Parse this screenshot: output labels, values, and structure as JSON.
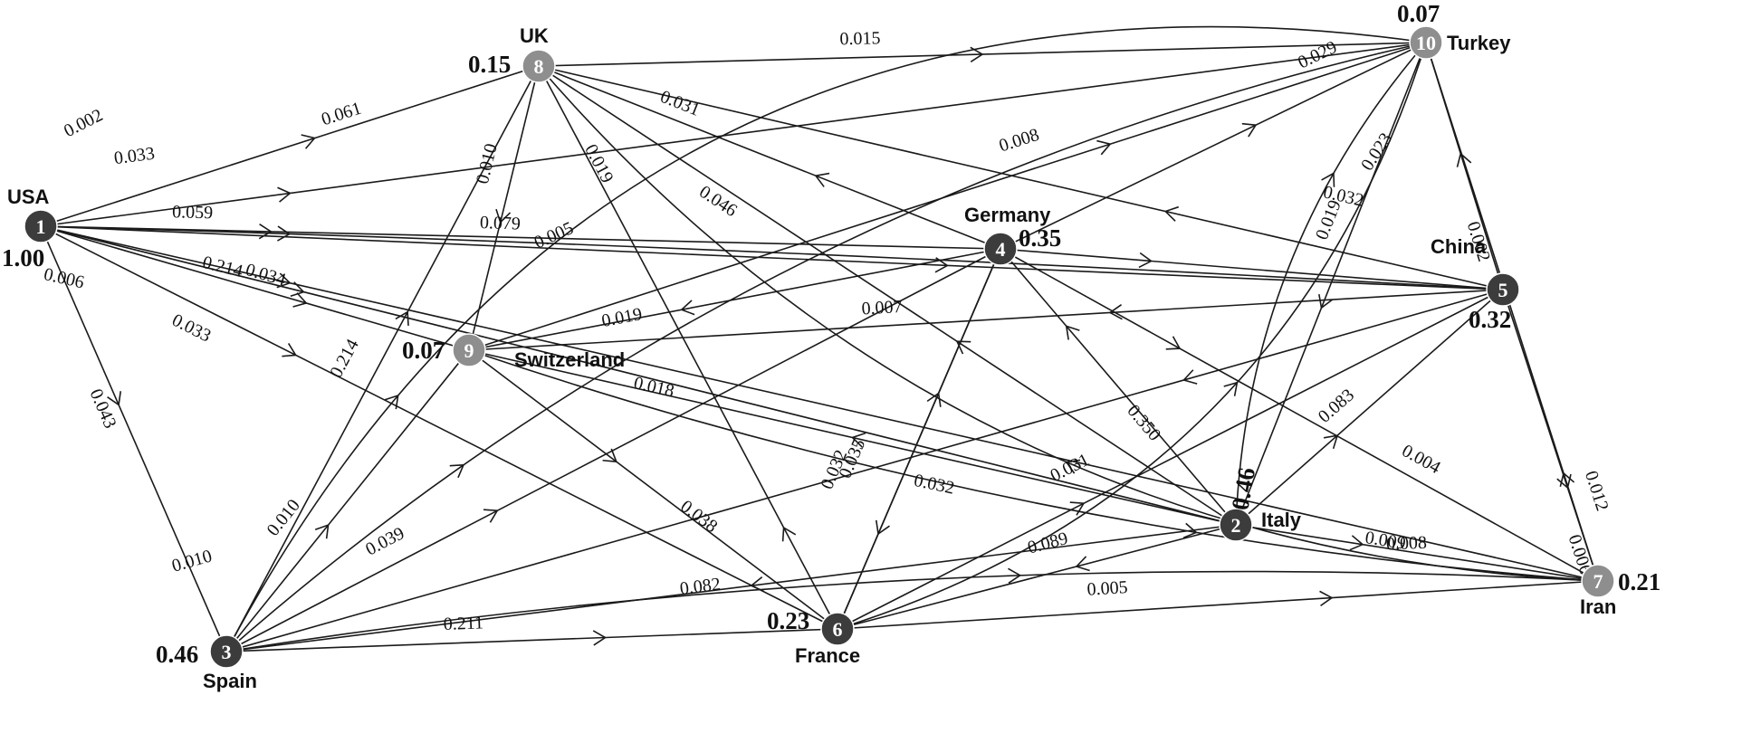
{
  "nodes": [
    {
      "id": 1,
      "number": "1",
      "country": "USA",
      "value": "1.00",
      "tone": "dark"
    },
    {
      "id": 2,
      "number": "2",
      "country": "Italy",
      "value": "0.46",
      "tone": "dark"
    },
    {
      "id": 3,
      "number": "3",
      "country": "Spain",
      "value": "0.46",
      "tone": "dark"
    },
    {
      "id": 4,
      "number": "4",
      "country": "Germany",
      "value": "0.35",
      "tone": "dark"
    },
    {
      "id": 5,
      "number": "5",
      "country": "China",
      "value": "0.32",
      "tone": "dark"
    },
    {
      "id": 6,
      "number": "6",
      "country": "France",
      "value": "0.23",
      "tone": "dark"
    },
    {
      "id": 7,
      "number": "7",
      "country": "Iran",
      "value": "0.21",
      "tone": "light"
    },
    {
      "id": 8,
      "number": "8",
      "country": "UK",
      "value": "0.15",
      "tone": "light"
    },
    {
      "id": 9,
      "number": "9",
      "country": "Switzerland",
      "value": "0.07",
      "tone": "light"
    },
    {
      "id": 10,
      "number": "10",
      "country": "Turkey",
      "value": "0.07",
      "tone": "light"
    }
  ],
  "edges": [
    {
      "from": 1,
      "to": 8,
      "weight": "0.061"
    },
    {
      "from": 1,
      "to": 10,
      "weight": "0.033"
    },
    {
      "from": 1,
      "to": 4,
      "weight": "0.059"
    },
    {
      "from": 1,
      "to": 5,
      "weight": "0.079"
    },
    {
      "from": 1,
      "to": 7,
      "weight": "0.006"
    },
    {
      "from": 1,
      "to": 9,
      "weight": "0.034"
    },
    {
      "from": 1,
      "to": 2,
      "weight": "0.214"
    },
    {
      "from": 1,
      "to": 6,
      "weight": "0.033"
    },
    {
      "from": 1,
      "to": 3,
      "weight": "0.043"
    },
    {
      "from": 8,
      "to": 10,
      "weight": "0.015"
    },
    {
      "from": 9,
      "to": 10,
      "weight": "0.008"
    },
    {
      "from": 4,
      "to": 10,
      "weight": "0.029"
    },
    {
      "from": 5,
      "to": 10,
      "weight": "0.002"
    },
    {
      "from": 7,
      "to": 10,
      "weight": "0.012"
    },
    {
      "from": 4,
      "to": 8,
      "weight": "0.031"
    },
    {
      "from": 5,
      "to": 8,
      "weight": "0.032"
    },
    {
      "from": 7,
      "to": 8,
      "weight": ""
    },
    {
      "from": 8,
      "to": 9,
      "weight": "0.010"
    },
    {
      "from": 6,
      "to": 8,
      "weight": "0.019"
    },
    {
      "from": 2,
      "to": 8,
      "weight": "0.046"
    },
    {
      "from": 3,
      "to": 8,
      "weight": "0.214"
    },
    {
      "from": 4,
      "to": 9,
      "weight": "0.019"
    },
    {
      "from": 5,
      "to": 9,
      "weight": "0.007"
    },
    {
      "from": 2,
      "to": 9,
      "weight": "0.018"
    },
    {
      "from": 9,
      "to": 7,
      "weight": "0.032"
    },
    {
      "from": 9,
      "to": 6,
      "weight": "0.038"
    },
    {
      "from": 3,
      "to": 9,
      "weight": "0.010"
    },
    {
      "from": 1,
      "to": 5,
      "weight": ""
    },
    {
      "from": 4,
      "to": 5,
      "weight": ""
    },
    {
      "from": 2,
      "to": 4,
      "weight": "0.350"
    },
    {
      "from": 6,
      "to": 4,
      "weight": "0.035"
    },
    {
      "from": 4,
      "to": 6,
      "weight": "0.032"
    },
    {
      "from": 3,
      "to": 4,
      "weight": "0.039"
    },
    {
      "from": 4,
      "to": 7,
      "weight": "0.004"
    },
    {
      "from": 5,
      "to": 3,
      "weight": "0.010"
    },
    {
      "from": 6,
      "to": 5,
      "weight": "0.031"
    },
    {
      "from": 2,
      "to": 5,
      "weight": "0.083"
    },
    {
      "from": 5,
      "to": 7,
      "weight": "0.006"
    },
    {
      "from": 10,
      "to": 2,
      "weight": "0.019"
    },
    {
      "from": 2,
      "to": 7,
      "weight": "0.009"
    },
    {
      "from": 2,
      "to": 3,
      "weight": "0.082"
    },
    {
      "from": 2,
      "to": 6,
      "weight": "0.089"
    },
    {
      "from": 6,
      "to": 7,
      "weight": "0.005"
    },
    {
      "from": 3,
      "to": 7,
      "weight": "0.008"
    },
    {
      "from": 3,
      "to": 6,
      "weight": "0.211"
    },
    {
      "from": 3,
      "to": 10,
      "weight": "0.005"
    },
    {
      "from": 3,
      "to": 10,
      "weight": "0.002"
    },
    {
      "from": 2,
      "to": 10,
      "weight": "0.023"
    },
    {
      "from": 6,
      "to": 10,
      "weight": ""
    }
  ]
}
